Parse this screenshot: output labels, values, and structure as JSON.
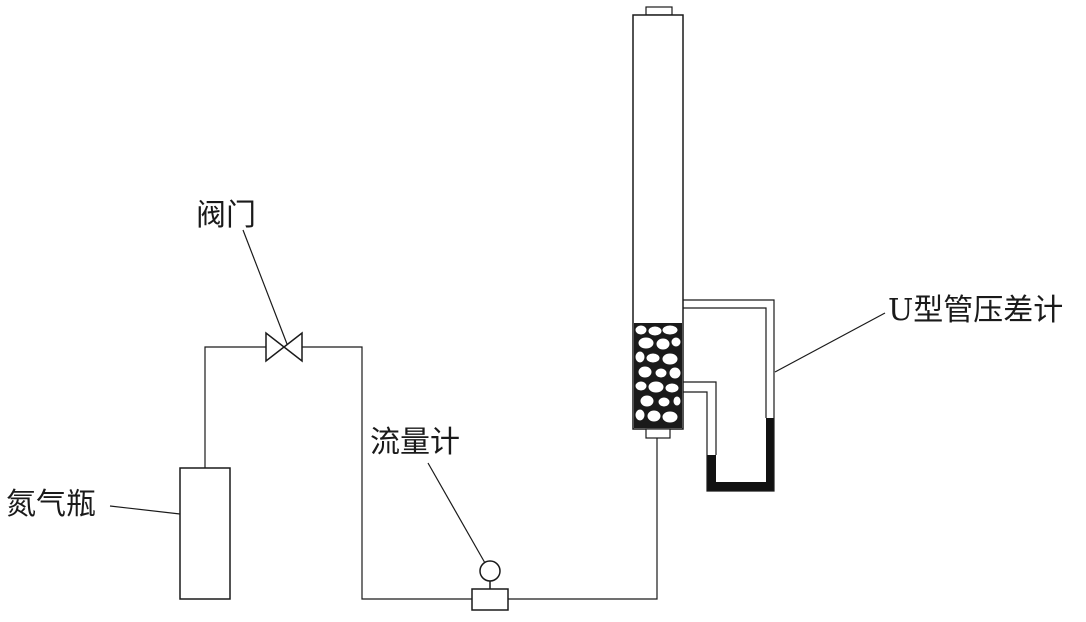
{
  "labels": {
    "nitrogen_cylinder": "氮气瓶",
    "valve": "阀门",
    "flowmeter": "流量计",
    "u_tube_manometer": "U型管压差计"
  }
}
